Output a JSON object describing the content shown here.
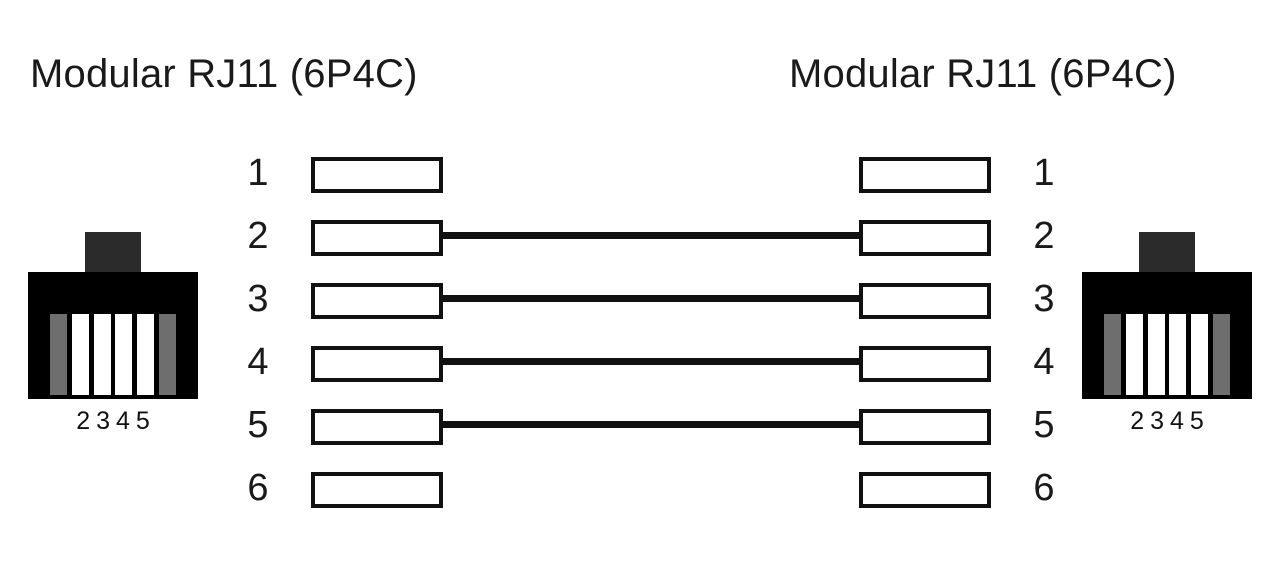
{
  "diagram": {
    "type": "rj11-straight-through-pinout",
    "left_title": "Modular RJ11 (6P4C)",
    "right_title": "Modular RJ11 (6P4C)"
  },
  "left_connector": {
    "name": "rj11-plug-left",
    "slot_labels": [
      "2",
      "3",
      "4",
      "5"
    ],
    "slots": [
      "unused",
      "used",
      "used",
      "used",
      "used",
      "unused"
    ],
    "body_color": "#000000",
    "tab_color": "#2b2b2b",
    "used_slot_color": "#ffffff",
    "unused_slot_color": "#6e6e6e"
  },
  "right_connector": {
    "name": "rj11-plug-right",
    "slot_labels": [
      "2",
      "3",
      "4",
      "5"
    ],
    "slots": [
      "unused",
      "used",
      "used",
      "used",
      "used",
      "unused"
    ],
    "body_color": "#000000",
    "tab_color": "#2b2b2b",
    "used_slot_color": "#ffffff",
    "unused_slot_color": "#6e6e6e"
  },
  "pins": [
    {
      "left_number": "1",
      "right_number": "1",
      "connected": false
    },
    {
      "left_number": "2",
      "right_number": "2",
      "connected": true
    },
    {
      "left_number": "3",
      "right_number": "3",
      "connected": true
    },
    {
      "left_number": "4",
      "right_number": "4",
      "connected": true
    },
    {
      "left_number": "5",
      "right_number": "5",
      "connected": true
    },
    {
      "left_number": "6",
      "right_number": "6",
      "connected": false
    }
  ],
  "wire_color": "#111111",
  "outline_color": "#111111"
}
